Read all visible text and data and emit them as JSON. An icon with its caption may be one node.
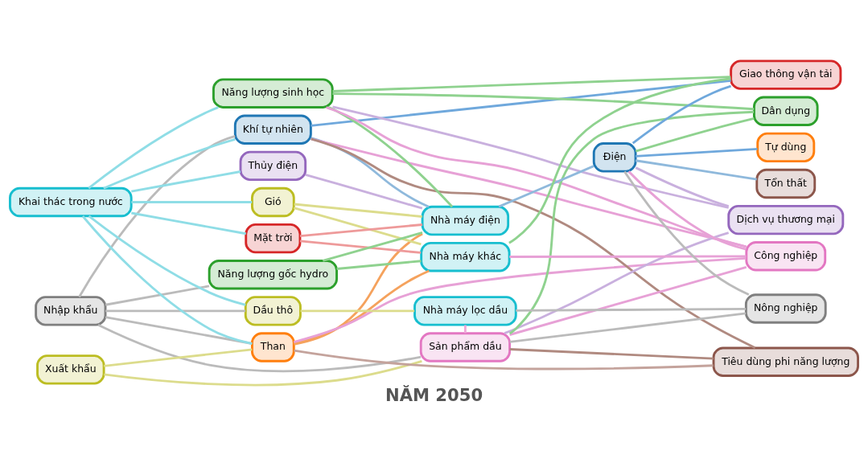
{
  "diagram": {
    "title": "NĂM 2050",
    "nodes": [
      {
        "text": [
          "Nhập khẩu"
        ]
      },
      {
        "text": [
          "Khai thác trong nước"
        ]
      },
      {
        "text": [
          "Xuất khẩu"
        ]
      },
      {
        "text": [
          "Than"
        ]
      },
      {
        "text": [
          "Dầu thô"
        ]
      },
      {
        "text": [
          "Khí tự nhiên"
        ]
      },
      {
        "text": [
          "Thủy điện"
        ]
      },
      {
        "text": [
          "Gió"
        ]
      },
      {
        "text": [
          "Mặt trời"
        ]
      },
      {
        "text": [
          "Năng lượng sinh học"
        ]
      },
      {
        "text": [
          "Năng lượng gốc hydro"
        ]
      },
      {
        "text": [
          "Sản phẩm dầu"
        ]
      },
      {
        "text": [
          "Nhà máy lọc dầu"
        ]
      },
      {
        "text": [
          "Nhà máy điện"
        ]
      },
      {
        "text": [
          "Nhà máy khác"
        ]
      },
      {
        "text": [
          "Điện"
        ]
      },
      {
        "text": [
          "Tự dùng"
        ]
      },
      {
        "text": [
          "Tổn thất"
        ]
      },
      {
        "text": [
          "Nông nghiệp"
        ]
      },
      {
        "text": [
          "Công nghiệp"
        ]
      },
      {
        "text": [
          "Dịch vụ thương mại"
        ]
      },
      {
        "text": [
          "Dân dụng"
        ]
      },
      {
        "text": [
          "Giao thông vận tải"
        ]
      },
      {
        "text": [
          "Tiêu dùng phi năng lượng"
        ]
      }
    ],
    "edges": [
      {
        "from": 0,
        "to": 3,
        "arrow": "none",
        "color": "#bbbbbb"
      },
      {
        "from": 0,
        "to": 4,
        "arrow": "none",
        "color": "#bbbbbb"
      },
      {
        "from": 0,
        "to": 5,
        "arrow": "none",
        "color": "#bbbbbb"
      },
      {
        "from": 0,
        "to": 10,
        "arrow": "none",
        "color": "#bbbbbb"
      },
      {
        "from": 0,
        "to": 11,
        "arrow": "none",
        "color": "#bbbbbb"
      },
      {
        "from": 1,
        "to": 3,
        "arrow": "none",
        "color": "#8fdde6"
      },
      {
        "from": 1,
        "to": 4,
        "arrow": "none",
        "color": "#8fdde6"
      },
      {
        "from": 1,
        "to": 5,
        "arrow": "none",
        "color": "#8fdde6"
      },
      {
        "from": 1,
        "to": 6,
        "arrow": "none",
        "color": "#8fdde6"
      },
      {
        "from": 1,
        "to": 7,
        "arrow": "none",
        "color": "#8fdde6"
      },
      {
        "from": 1,
        "to": 8,
        "arrow": "none",
        "color": "#8fdde6"
      },
      {
        "from": 1,
        "to": 9,
        "arrow": "none",
        "color": "#8fdde6"
      },
      {
        "from": 2,
        "to": 3,
        "arrow": "none",
        "color": "#dcdc8c"
      },
      {
        "from": 2,
        "to": 11,
        "arrow": "none",
        "color": "#dcdc8c"
      },
      {
        "from": 3,
        "to": 13,
        "arrow": "none",
        "color": "#f5a25d"
      },
      {
        "from": 3,
        "to": 14,
        "arrow": "none",
        "color": "#f5a25d"
      },
      {
        "from": 3,
        "to": 19,
        "arrow": "none",
        "color": "#e7a1d6"
      },
      {
        "from": 3,
        "to": 23,
        "arrow": "none",
        "color": "#c4a39c"
      },
      {
        "from": 4,
        "to": 12,
        "arrow": "none",
        "color": "#dcdc8c"
      },
      {
        "from": 12,
        "to": 11,
        "arrow": "none",
        "color": "#f0a8d8"
      },
      {
        "from": 12,
        "to": 18,
        "arrow": "none",
        "color": "#bbbbbb"
      },
      {
        "from": 5,
        "to": 13,
        "arrow": "none",
        "color": "#8fb9dc"
      },
      {
        "from": 5,
        "to": 19,
        "arrow": "none",
        "color": "#e7a1d6"
      },
      {
        "from": 5,
        "to": 22,
        "arrow": "none",
        "color": "#6fa8dc"
      },
      {
        "from": 5,
        "to": 23,
        "arrow": "none",
        "color": "#b08a80"
      },
      {
        "from": 6,
        "to": 13,
        "arrow": "none",
        "color": "#c9b0de"
      },
      {
        "from": 7,
        "to": 13,
        "arrow": "none",
        "color": "#dcdc8c"
      },
      {
        "from": 7,
        "to": 14,
        "arrow": "none",
        "color": "#dcdc8c"
      },
      {
        "from": 8,
        "to": 13,
        "arrow": "none",
        "color": "#ee9a9a"
      },
      {
        "from": 8,
        "to": 14,
        "arrow": "none",
        "color": "#ee9a9a"
      },
      {
        "from": 9,
        "to": 13,
        "arrow": "none",
        "color": "#8fd28f"
      },
      {
        "from": 9,
        "to": 19,
        "arrow": "none",
        "color": "#e7a1d6"
      },
      {
        "from": 9,
        "to": 20,
        "arrow": "none",
        "color": "#c9b0de"
      },
      {
        "from": 9,
        "to": 21,
        "arrow": "none",
        "color": "#8fd28f"
      },
      {
        "from": 9,
        "to": 22,
        "arrow": "none",
        "color": "#8fd28f"
      },
      {
        "from": 10,
        "to": 13,
        "arrow": "none",
        "color": "#8fd28f"
      },
      {
        "from": 10,
        "to": 14,
        "arrow": "none",
        "color": "#8fd28f"
      },
      {
        "from": 11,
        "to": 18,
        "arrow": "none",
        "color": "#bbbbbb"
      },
      {
        "from": 11,
        "to": 19,
        "arrow": "none",
        "color": "#e7a1d6"
      },
      {
        "from": 11,
        "to": 20,
        "arrow": "none",
        "color": "#c9b0de"
      },
      {
        "from": 11,
        "to": 21,
        "arrow": "none",
        "color": "#8fd28f"
      },
      {
        "from": 11,
        "to": 23,
        "arrow": "none",
        "color": "#b08a80"
      },
      {
        "from": 13,
        "to": 15,
        "arrow": "none",
        "color": "#8fb9dc"
      },
      {
        "from": 14,
        "to": 22,
        "arrow": "none",
        "color": "#8fd28f"
      },
      {
        "from": 14,
        "to": 19,
        "arrow": "none",
        "color": "#e7a1d6"
      },
      {
        "from": 15,
        "to": 16,
        "arrow": "none",
        "color": "#6fa8dc"
      },
      {
        "from": 15,
        "to": 17,
        "arrow": "none",
        "color": "#8fb9dc"
      },
      {
        "from": 15,
        "to": 18,
        "arrow": "none",
        "color": "#bbbbbb"
      },
      {
        "from": 15,
        "to": 19,
        "arrow": "none",
        "color": "#e7a1d6"
      },
      {
        "from": 15,
        "to": 20,
        "arrow": "none",
        "color": "#c9b0de"
      },
      {
        "from": 15,
        "to": 21,
        "arrow": "none",
        "color": "#8fd28f"
      },
      {
        "from": 15,
        "to": 22,
        "arrow": "none",
        "color": "#6fa8dc"
      }
    ]
  }
}
